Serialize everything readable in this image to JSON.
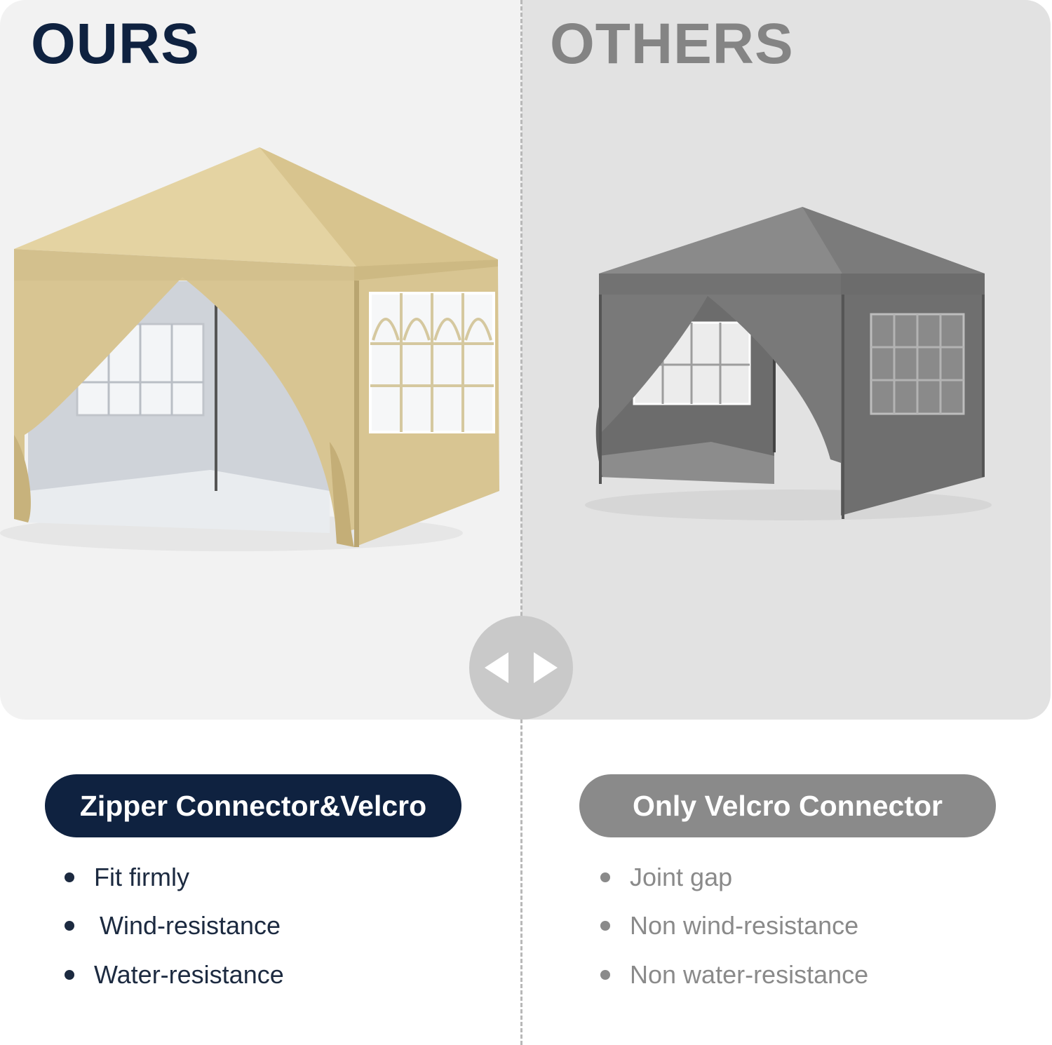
{
  "left": {
    "heading": "OURS",
    "connector_label": "Zipper Connector&Velcro",
    "features": [
      "Fit firmly",
      "Wind-resistance",
      "Water-resistance"
    ],
    "colors": {
      "heading": "#0f2240",
      "canopy": "#dccb98",
      "panel_bg": "#f2f2f2"
    }
  },
  "right": {
    "heading": "OTHERS",
    "connector_label": "Only Velcro Connector",
    "features": [
      "Joint gap",
      "Non wind-resistance",
      "Non water-resistance"
    ],
    "colors": {
      "heading": "#848484",
      "canopy": "#7a7a7a",
      "panel_bg": "#e2e2e2"
    }
  },
  "icons": {
    "toggle": "left-right-arrows-icon",
    "bullet": "bullet-dot-icon"
  }
}
